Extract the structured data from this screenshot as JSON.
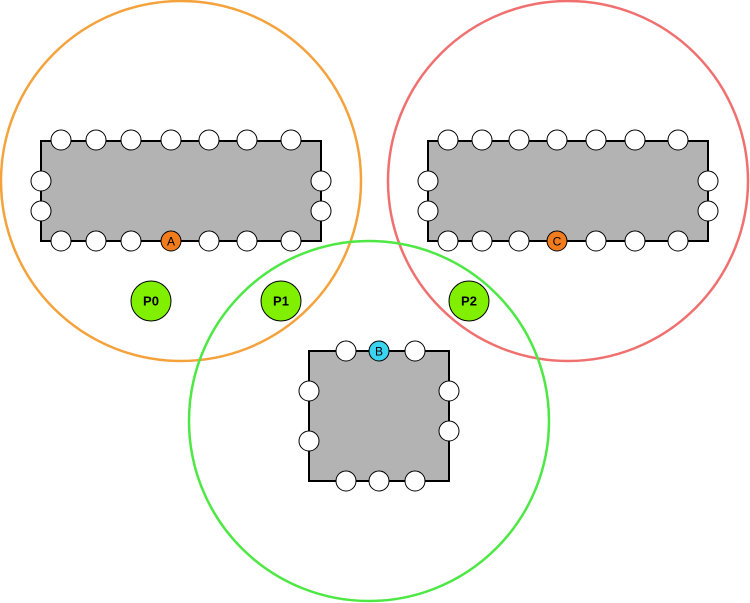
{
  "colors": {
    "range_p0": "#f4a23c",
    "range_p1": "#4de843",
    "range_p2": "#f07070",
    "component_fill": "#b3b3b3",
    "component_stroke": "#000000",
    "pin_default": "#ffffff",
    "pin_orange": "#f07c1e",
    "pin_cyan": "#3ad4f0",
    "player_fill": "#80f000"
  },
  "players": {
    "p0": {
      "label": "P0"
    },
    "p1": {
      "label": "P1"
    },
    "p2": {
      "label": "P2"
    }
  },
  "pins": {
    "a": {
      "label": "A"
    },
    "b": {
      "label": "B"
    },
    "c": {
      "label": "C"
    }
  }
}
